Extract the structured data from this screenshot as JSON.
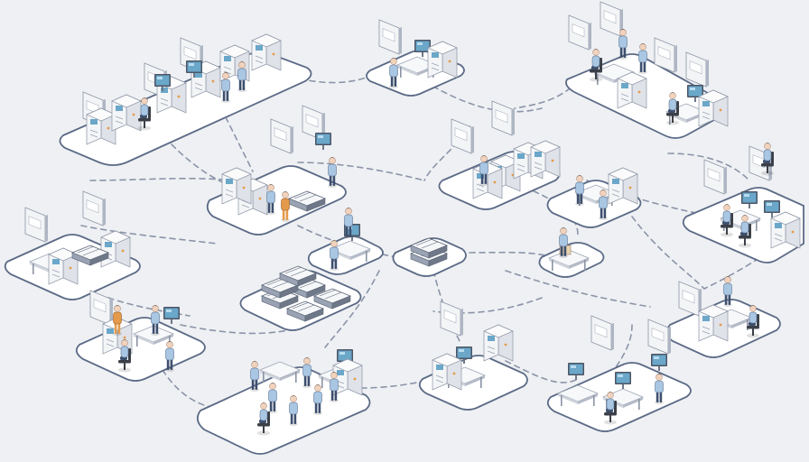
{
  "scene": {
    "kind": "isometric-network-illustration",
    "palette": {
      "background": "#eef0f3",
      "platform_top": "#ffffff",
      "platform_edge": "#c9cfd9",
      "platform_side": "#5b6a86",
      "link_dash": "#8b94a8",
      "equipment_light": "#f2f3f5",
      "equipment_mid": "#c7ccd5",
      "equipment_dark": "#6f7888",
      "screen": "#6aa7c9",
      "shirt_blue": "#a9c6e3",
      "shirt_orange": "#e49a4a",
      "trousers": "#3d4f6e"
    },
    "stations": [
      {
        "id": "workshop-long-left",
        "kind": "production-line",
        "people": 3
      },
      {
        "id": "monitor-desk-top",
        "kind": "workstation",
        "people": 1
      },
      {
        "id": "office-top-right",
        "kind": "office-cubicles",
        "people": 4
      },
      {
        "id": "machine-room-center-left",
        "kind": "server-racks",
        "people": 3
      },
      {
        "id": "cabinet-center",
        "kind": "cabinets",
        "people": 1
      },
      {
        "id": "desk-right-upper",
        "kind": "workstation",
        "people": 2
      },
      {
        "id": "office-right",
        "kind": "office-cubicles",
        "people": 3
      },
      {
        "id": "lab-left",
        "kind": "equipment-bench",
        "people": 0
      },
      {
        "id": "terminal-center",
        "kind": "workstation",
        "people": 1
      },
      {
        "id": "hub-center",
        "kind": "network-hub",
        "people": 0
      },
      {
        "id": "tablet-station",
        "kind": "small-desk",
        "people": 1
      },
      {
        "id": "servers-center",
        "kind": "server-array",
        "people": 0
      },
      {
        "id": "meeting-left",
        "kind": "meeting-desk",
        "people": 4
      },
      {
        "id": "desk-right-lower",
        "kind": "workstation",
        "people": 2
      },
      {
        "id": "floor-bottom-left",
        "kind": "open-floor",
        "people": 7
      },
      {
        "id": "kiosk-bottom-center",
        "kind": "kiosk",
        "people": 0
      },
      {
        "id": "workstations-bottom-right",
        "kind": "workstation-cluster",
        "people": 2
      }
    ]
  }
}
